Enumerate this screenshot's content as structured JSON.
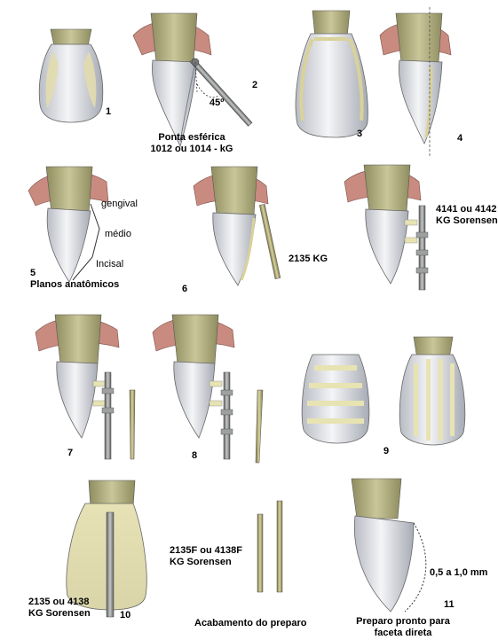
{
  "steps": [
    {
      "num": "1"
    },
    {
      "num": "2",
      "angle": "45º",
      "bur_line1": "Ponta esférica",
      "bur_line2": "1012 ou 1014 - kG"
    },
    {
      "num": "3"
    },
    {
      "num": "4"
    },
    {
      "num": "5",
      "caption": "Planos anatômicos",
      "planes": [
        "gengival",
        "médio",
        "Incisal"
      ]
    },
    {
      "num": "6",
      "bur": "2135 KG"
    },
    {
      "num": "7",
      "bur_line1": "4141 ou 4142",
      "bur_line2": "KG Sorensen"
    },
    {
      "num": "8"
    },
    {
      "num": "9"
    },
    {
      "num": "10",
      "bur_line1": "2135 ou 4138",
      "bur_line2": "KG Sorensen"
    },
    {
      "num": "11",
      "thickness": "0,5 a 1,0 mm",
      "caption_line1": "Preparo pronto para",
      "caption_line2": "faceta direta"
    }
  ],
  "finishing": {
    "bur_line1": "2135F ou 4138F",
    "bur_line2": "KG Sorensen",
    "caption": "Acabamento do preparo"
  },
  "colors": {
    "tooth": "#e9eaee",
    "tooth_shade": "#9ea2ab",
    "root": "#b7b58a",
    "gum": "#c98b80",
    "band": "#e7e3b2",
    "bur": "#8d8f8e",
    "gold_bur": "#b3ac78"
  }
}
